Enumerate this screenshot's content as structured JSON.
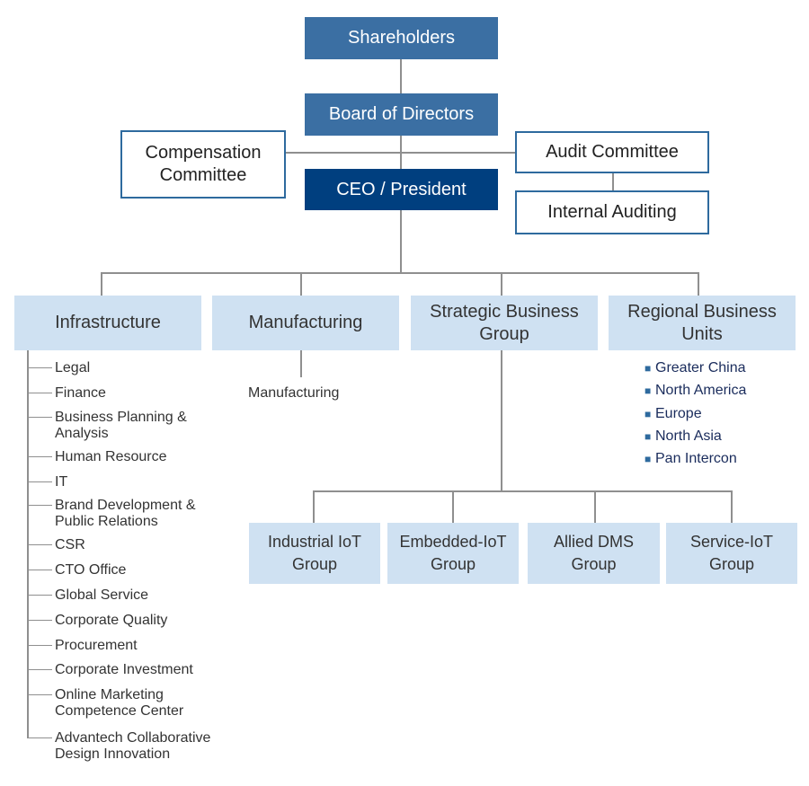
{
  "chart_data": {
    "type": "org-chart",
    "nodes": {
      "shareholders": "Shareholders",
      "board": "Board of Directors",
      "compensation": "Compensation\nCommittee",
      "audit": "Audit Committee",
      "internal_auditing": "Internal Auditing",
      "ceo": "CEO / President"
    },
    "divisions": [
      {
        "label": "Infrastructure"
      },
      {
        "label": "Manufacturing"
      },
      {
        "label": "Strategic Business\nGroup"
      },
      {
        "label": "Regional Business\nUnits"
      }
    ],
    "infrastructure_items": [
      "Legal",
      "Finance",
      "Business Planning &\nAnalysis",
      "Human Resource",
      "IT",
      "Brand Development &\nPublic Relations",
      "CSR",
      "CTO Office",
      "Global Service",
      "Corporate Quality",
      "Procurement",
      "Corporate Investment",
      "Online Marketing\nCompetence Center",
      "Advantech Collaborative\nDesign Innovation"
    ],
    "manufacturing_items": [
      "Manufacturing"
    ],
    "regional_items": [
      "Greater China",
      "North America",
      "Europe",
      "North Asia",
      "Pan Intercon"
    ],
    "sbg_groups": [
      "Industrial IoT\nGroup",
      "Embedded-IoT\nGroup",
      "Allied DMS\nGroup",
      "Service-IoT\nGroup"
    ]
  }
}
